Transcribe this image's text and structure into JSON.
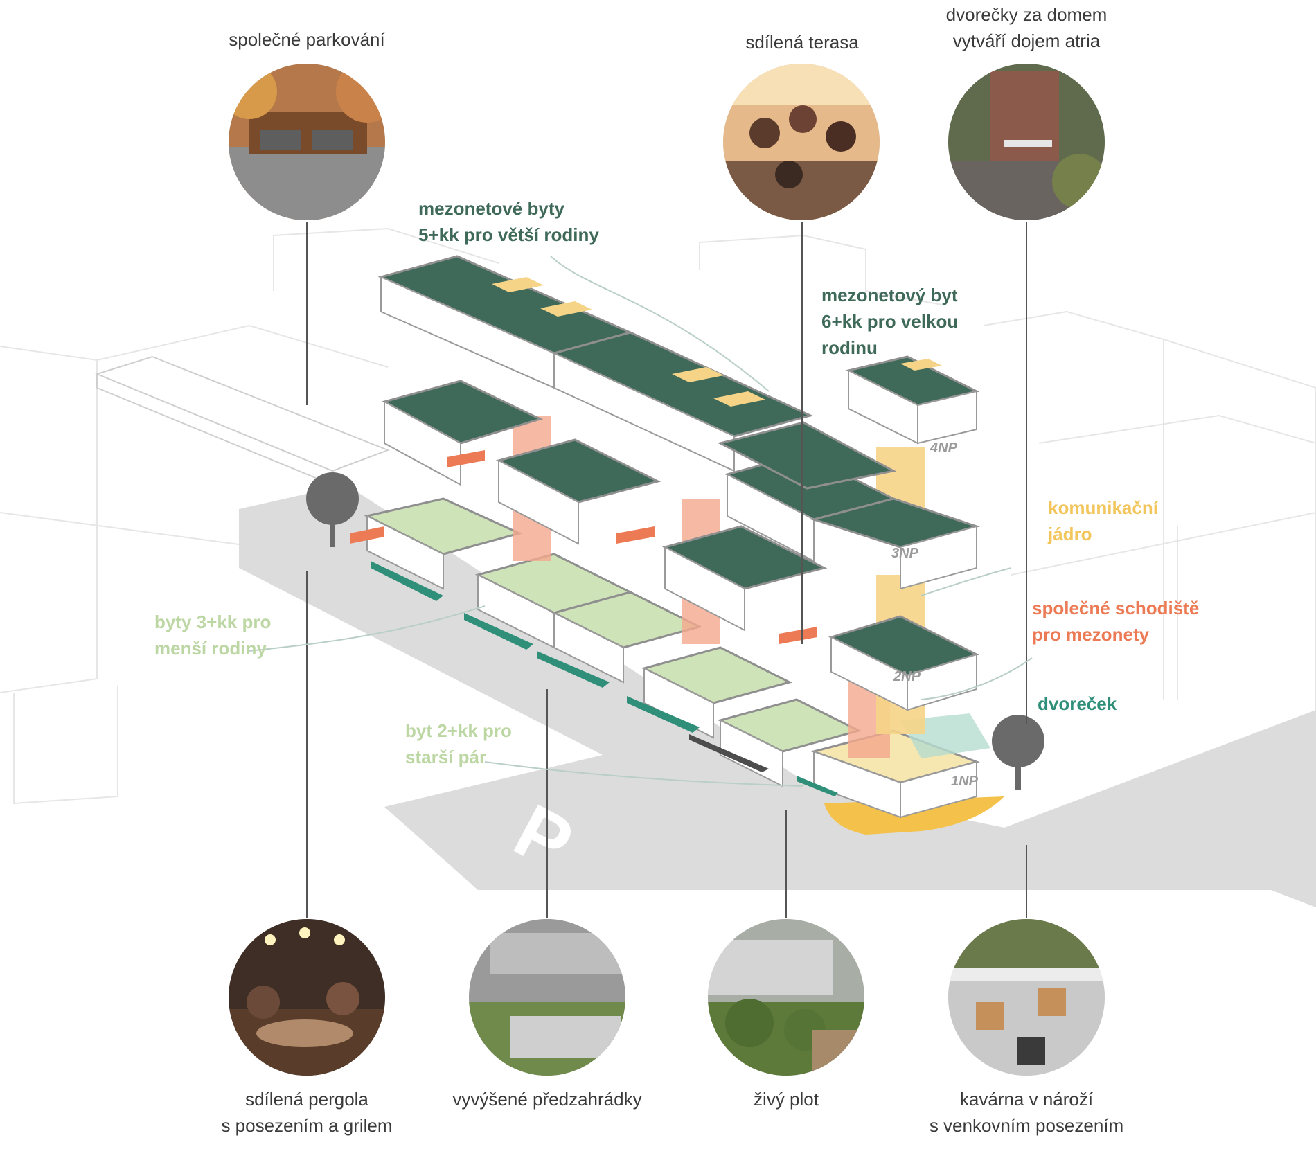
{
  "colors": {
    "mezonet_green": "#3f6a5a",
    "flat_light_green": "#cfe3b8",
    "core_yellow": "#f6d487",
    "stair_salmon": "#f4a88d",
    "stair_orange": "#ec7b55",
    "courtyard_teal": "#2f8f79",
    "cafe_yellow": "#f4c24a",
    "road_grey": "#dcdcdc"
  },
  "top_captions": {
    "parking": "společné parkování",
    "terrace": "sdílená terasa",
    "atrium_line1": "dvorečky za domem",
    "atrium_line2": "vytváří dojem atria"
  },
  "bottom_captions": {
    "pergola_line1": "sdílená pergola",
    "pergola_line2": "s posezením a grilem",
    "gardens": "vyvýšené předzahrádky",
    "hedge": "živý plot",
    "cafe_line1": "kavárna v nároží",
    "cafe_line2": "s venkovním posezením"
  },
  "labels": {
    "mezonet_5kk_line1": "mezonetové byty",
    "mezonet_5kk_line2": "5+kk pro větší rodiny",
    "mezonet_6kk_line1": "mezonetový byt",
    "mezonet_6kk_line2": "6+kk pro velkou",
    "mezonet_6kk_line3": "rodinu",
    "core_line1": "komunikační",
    "core_line2": "jádro",
    "stairs_line1": "společné schodiště",
    "stairs_line2": "pro mezonety",
    "courtyard": "dvoreček",
    "flat_3kk_line1": "byty 3+kk pro",
    "flat_3kk_line2": "menší rodiny",
    "flat_2kk_line1": "byt 2+kk pro",
    "flat_2kk_line2": "starší pár"
  },
  "floors": [
    "1NP",
    "2NP",
    "3NP",
    "4NP"
  ],
  "parking_symbol": "P",
  "photo_icons": [
    "carport-photo",
    "rooftop-party-photo",
    "courtyard-atrium-photo",
    "pergola-dinner-photo",
    "front-gardens-photo",
    "hedge-photo",
    "cafe-terrace-photo"
  ]
}
